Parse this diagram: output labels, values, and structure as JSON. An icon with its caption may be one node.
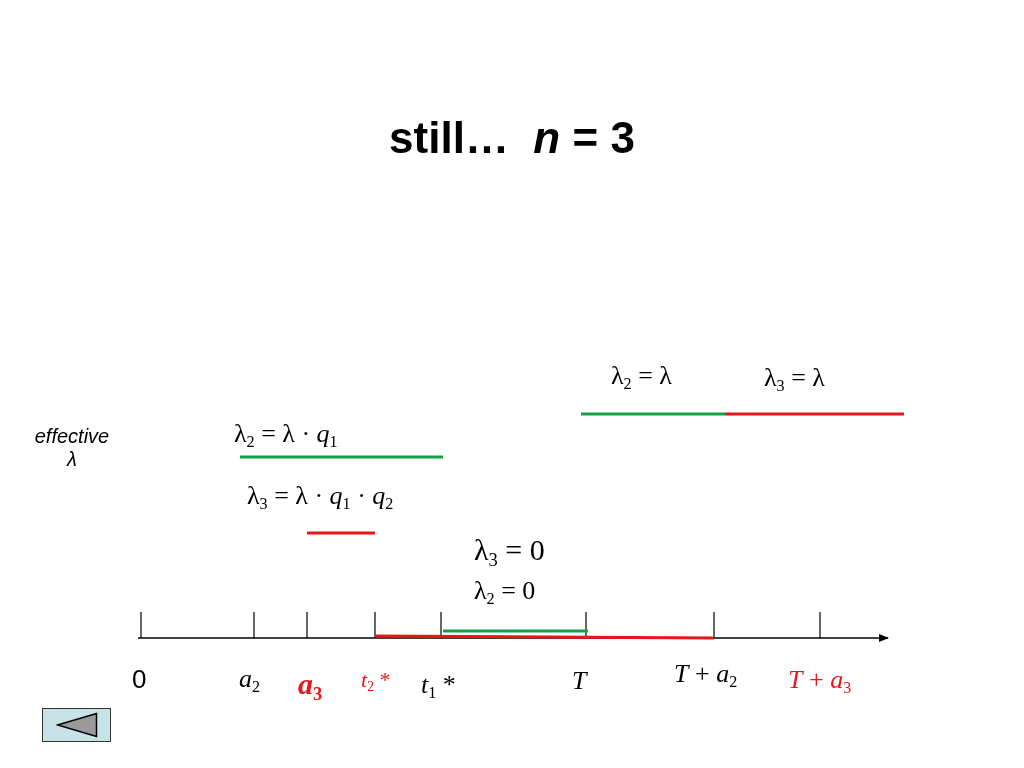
{
  "diagram": {
    "title": "still…  *n* = 3",
    "labels": [
      "λ$_{2}$ = λ",
      "λ$_{3}$ = λ",
      "effective λ",
      "λ$_{2}$ = λ · *q*$_{1}$",
      "λ$_{3}$ = λ · *q*$_{1}$ · *q*$_{2}$",
      "λ$_{3}$ = 0",
      "λ$_{2}$ = 0",
      "0",
      "*a*$_{2}$",
      "*a*$_{3}$",
      "*t*$_{2}$ *",
      "*t*$_{1}$ *",
      "T",
      "*T* + *a*$_{2}$",
      "*T* + *a*$_{3}$"
    ]
  }
}
